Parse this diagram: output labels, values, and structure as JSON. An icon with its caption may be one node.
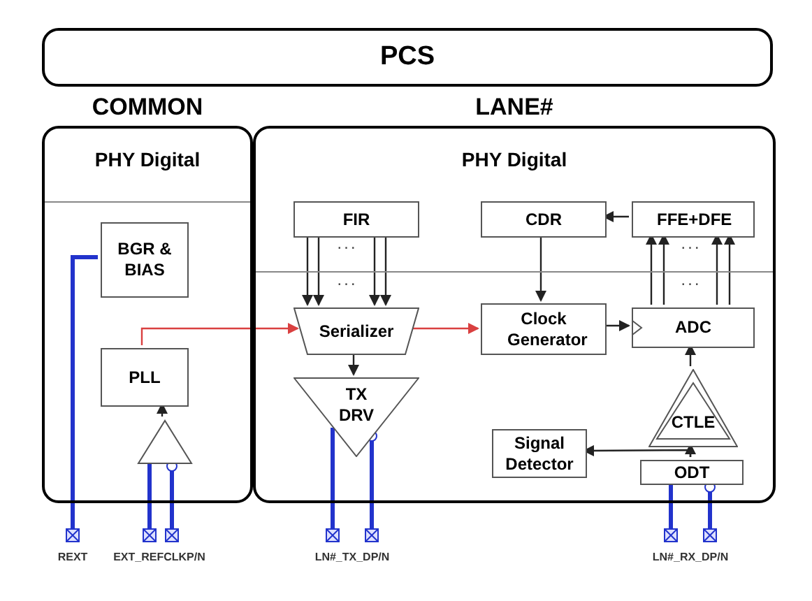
{
  "diagram": {
    "nodes": [
      {
        "text": [
          "PCS"
        ]
      },
      {
        "text": [
          "COMMON",
          "PHY Digital"
        ]
      },
      {
        "text": [
          "LANE#",
          "PHY Digital"
        ]
      },
      {
        "text": [
          "BGR & BIAS"
        ],
        "in": 1
      },
      {
        "text": [
          "PLL"
        ],
        "in": 1
      },
      {
        "text": [],
        "shape": "triangle",
        "in": 1
      },
      {
        "text": [
          "FIR"
        ],
        "in": 2
      },
      {
        "text": [
          "Serializer"
        ],
        "in": 2
      },
      {
        "text": [
          "TX DRV"
        ],
        "in": 2
      },
      {
        "text": [
          "CDR"
        ],
        "in": 2
      },
      {
        "text": [
          "FFE+DFE"
        ],
        "in": 2
      },
      {
        "text": [
          "Clock Generator"
        ],
        "in": 2
      },
      {
        "text": [
          "ADC"
        ],
        "in": 2
      },
      {
        "text": [
          "CTLE"
        ],
        "in": 2
      },
      {
        "text": [
          "Signal Detector"
        ],
        "in": 2
      },
      {
        "text": [
          "ODT"
        ],
        "in": 2
      },
      {
        "text": [],
        "shape": "box"
      },
      {
        "text": [],
        "shape": "box"
      },
      {
        "text": [],
        "shape": "box"
      },
      {
        "text": [],
        "shape": "box"
      },
      {
        "text": [],
        "shape": "box"
      },
      {
        "text": [],
        "shape": "box"
      },
      {
        "text": [],
        "shape": "box"
      }
    ],
    "edges": [
      {
        "from": 16,
        "to": 3,
        "arrow": "none",
        "style": "thick",
        "color": "#2233cc"
      },
      {
        "from": 17,
        "to": 5,
        "arrow": "none",
        "style": "thick",
        "color": "#2233cc"
      },
      {
        "from": 18,
        "to": 5,
        "arrow": "other",
        "style": "thick",
        "color": "#2233cc"
      },
      {
        "from": 5,
        "to": 4,
        "arrow": "to"
      },
      {
        "from": 4,
        "to": 7,
        "arrow": "to",
        "color": "#d94040"
      },
      {
        "from": 7,
        "to": 11,
        "arrow": "to",
        "color": "#d94040"
      },
      {
        "from": 6,
        "to": 7,
        "arrow": "to"
      },
      {
        "from": 6,
        "to": 7,
        "arrow": "to"
      },
      {
        "from": 6,
        "to": 7,
        "arrow": "to"
      },
      {
        "from": 6,
        "to": 7,
        "arrow": "to"
      },
      {
        "from": 7,
        "to": 8,
        "arrow": "to"
      },
      {
        "from": 19,
        "to": 8,
        "arrow": "none",
        "style": "thick",
        "color": "#2233cc"
      },
      {
        "from": 20,
        "to": 8,
        "arrow": "other",
        "style": "thick",
        "color": "#2233cc"
      },
      {
        "from": 10,
        "to": 9,
        "arrow": "to"
      },
      {
        "from": 9,
        "to": 11,
        "arrow": "to"
      },
      {
        "from": 11,
        "to": 12,
        "arrow": "to"
      },
      {
        "from": 12,
        "to": 10,
        "arrow": "to"
      },
      {
        "from": 12,
        "to": 10,
        "arrow": "to"
      },
      {
        "from": 12,
        "to": 10,
        "arrow": "to"
      },
      {
        "from": 12,
        "to": 10,
        "arrow": "to"
      },
      {
        "from": 13,
        "to": 12,
        "arrow": "to"
      },
      {
        "from": 15,
        "to": 13,
        "arrow": "to"
      },
      {
        "from": 15,
        "to": 14,
        "arrow": "to"
      },
      {
        "from": 21,
        "to": 15,
        "arrow": "none",
        "style": "thick",
        "color": "#2233cc"
      },
      {
        "from": 22,
        "to": 15,
        "arrow": "other",
        "style": "thick",
        "color": "#2233cc"
      }
    ],
    "labels": [
      "· · ·",
      "· · ·",
      "· · ·",
      "· · ·",
      "REXT",
      "EXT_REFCLKP/N",
      "LN#_TX_DP/N",
      "LN#_RX_DP/N"
    ]
  }
}
